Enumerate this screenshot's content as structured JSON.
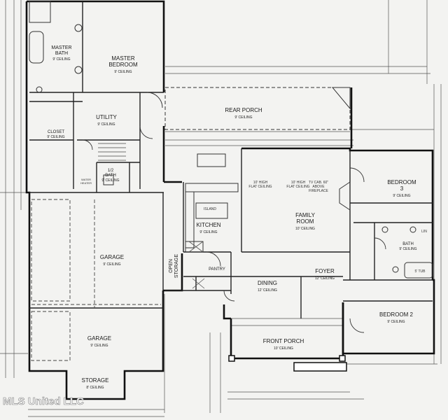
{
  "rooms": {
    "master_bath": {
      "name": "MASTER\nBATH",
      "ceiling": "9' CEILING"
    },
    "master_bedroom": {
      "name": "MASTER\nBEDROOM",
      "ceiling": "9' CEILING"
    },
    "rear_porch": {
      "name": "REAR PORCH",
      "ceiling": "9' CEILING"
    },
    "closet": {
      "name": "CLOSET",
      "ceiling": "9' CEILING"
    },
    "utility": {
      "name": "UTILITY",
      "ceiling": "9' CEILING"
    },
    "half_bath": {
      "name": "1/2\nBATH",
      "ceiling": "9' CEILING"
    },
    "kitchen": {
      "name": "KITCHEN",
      "ceiling": "9' CEILING"
    },
    "family_room": {
      "name": "FAMILY\nROOM",
      "ceiling": "10' CEILING"
    },
    "bedroom_3": {
      "name": "BEDROOM\n3",
      "ceiling": "9' CEILING"
    },
    "bath": {
      "name": "BATH",
      "ceiling": "9' CEILING"
    },
    "garage_upper": {
      "name": "GARAGE",
      "ceiling": "9' CEILING"
    },
    "open_storage": {
      "name": "OPEN\nSTORAGE",
      "ceiling": ""
    },
    "pantry": {
      "name": "PANTRY",
      "ceiling": ""
    },
    "dining": {
      "name": "DINING",
      "ceiling": "12' CEILING"
    },
    "foyer": {
      "name": "FOYER",
      "ceiling": "12' CEILING"
    },
    "bedroom_2": {
      "name": "BEDROOM 2",
      "ceiling": "9' CEILING"
    },
    "garage_lower": {
      "name": "GARAGE",
      "ceiling": "9' CEILING"
    },
    "front_porch": {
      "name": "FRONT PORCH",
      "ceiling": "10' CEILING"
    },
    "storage": {
      "name": "STORAGE",
      "ceiling": "8' CEILING"
    }
  },
  "notes": {
    "flat_ceiling_a": "10' HIGH\nFLAT CEILING",
    "flat_ceiling_b": "10' HIGH\nFLAT CEILING",
    "fireplace": "TV CAB. 60\"\nABOVE\nFIREPLACE",
    "island": "ISLAND",
    "water_heater": "WATER\nHEATER",
    "tub": "5' TUB",
    "linen": "LIN"
  },
  "watermark": "MLS United LLC"
}
